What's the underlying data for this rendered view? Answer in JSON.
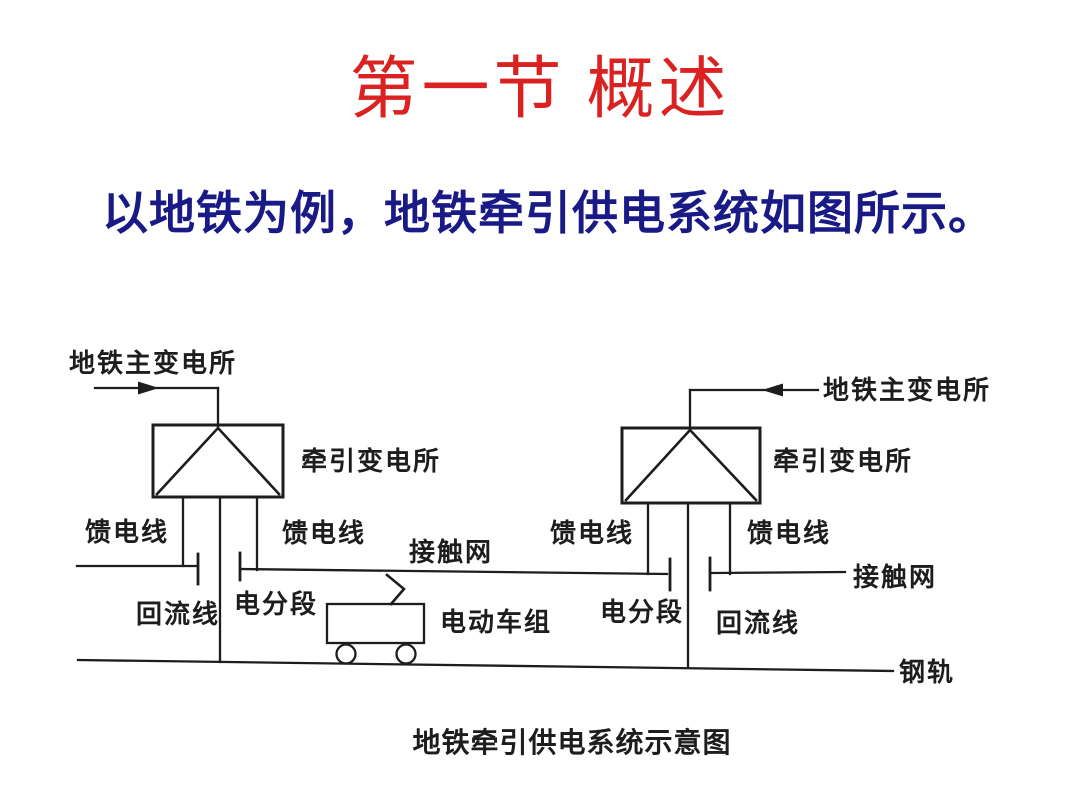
{
  "title": "第一节 概述",
  "subtitle": "以地铁为例，地铁牵引供电系统如图所示。",
  "colors": {
    "background": "#ffffff",
    "title_red": "#da2222",
    "subtitle_blue": "#1a1a87",
    "diagram_ink": "#1d1d1d"
  },
  "diagram": {
    "caption": "地铁牵引供电系统示意图",
    "labels": {
      "main_substation": "地铁主变电所",
      "traction_substation": "牵引变电所",
      "feeder": "馈电线",
      "return_line": "回流线",
      "section_gap": "电分段",
      "catenary": "接触网",
      "emu_train": "电动车组",
      "rail": "钢轨"
    }
  }
}
